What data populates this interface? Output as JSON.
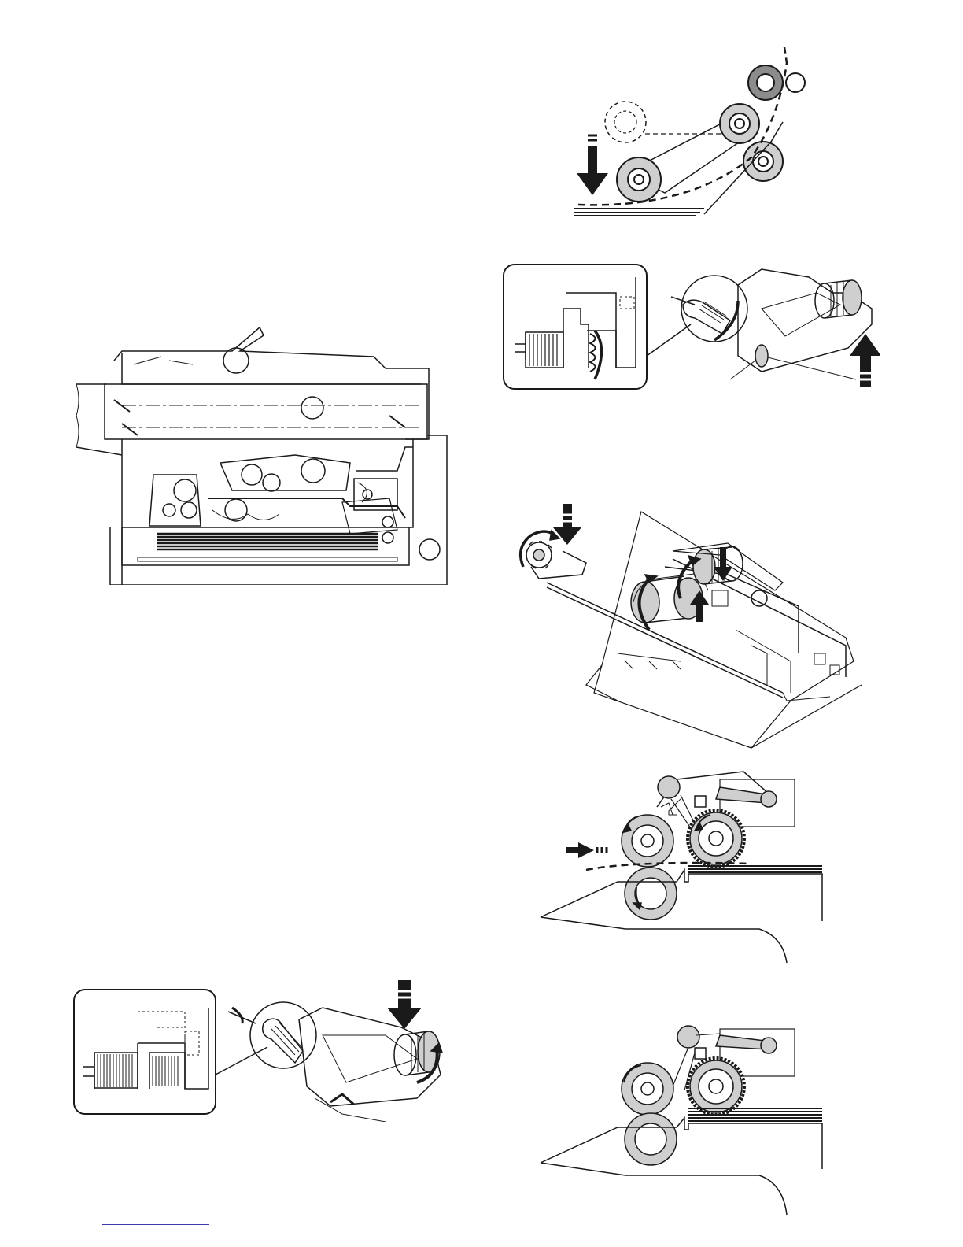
{
  "figures": [
    {
      "id": "fig-roller-path",
      "kind": "line-drawing"
    },
    {
      "id": "fig-main-cross-section",
      "kind": "line-drawing"
    },
    {
      "id": "fig-clutch-spring-lift",
      "kind": "line-drawing"
    },
    {
      "id": "fig-pickup-assembly",
      "kind": "line-drawing"
    },
    {
      "id": "fig-feed-rollers-feeding",
      "kind": "line-drawing"
    },
    {
      "id": "fig-clutch-spring-lower",
      "kind": "line-drawing"
    },
    {
      "id": "fig-feed-rollers-rest",
      "kind": "line-drawing"
    }
  ],
  "colors": {
    "line": "#1a1a1a",
    "roller_fill": "#cfcfcf",
    "roller_dark": "#8c8c8c",
    "link": "#3a3aa8"
  }
}
